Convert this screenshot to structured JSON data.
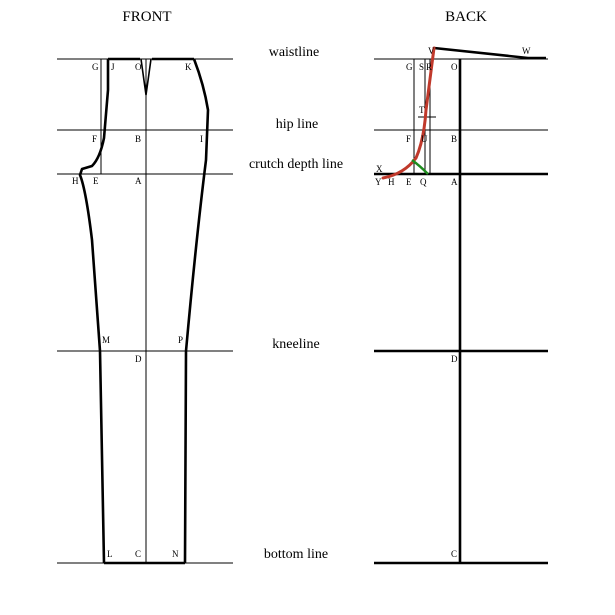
{
  "titles": {
    "front": "FRONT",
    "back": "BACK"
  },
  "line_labels": {
    "waistline": "waistline",
    "hip_line": "hip line",
    "crutch_depth_line": "crutch depth line",
    "kneeline": "kneeline",
    "bottom_line": "bottom line"
  },
  "front_points": {
    "G": "G",
    "J": "J",
    "O": "O",
    "K": "K",
    "F": "F",
    "B": "B",
    "I": "I",
    "H": "H",
    "E": "E",
    "A": "A",
    "M": "M",
    "D": "D",
    "P": "P",
    "L": "L",
    "C": "C",
    "N": "N"
  },
  "back_points": {
    "V": "V",
    "W": "W",
    "G": "G",
    "S": "S",
    "R": "R",
    "O": "O",
    "T": "T",
    "F": "F",
    "U": "U",
    "B": "B",
    "X": "X",
    "Y": "Y",
    "H": "H",
    "E": "E",
    "Q": "Q",
    "A": "A",
    "D": "D",
    "C": "C"
  },
  "colors": {
    "outline": "#000000",
    "seat_seam": "#c0392b",
    "crutch_curve": "#1e8c1e"
  }
}
